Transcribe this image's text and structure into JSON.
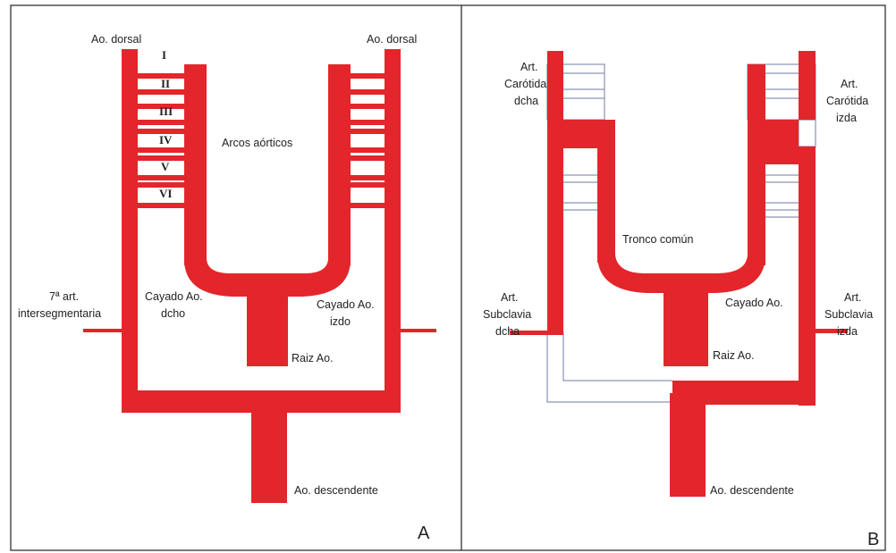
{
  "colors": {
    "vessel": "#e3262b",
    "regressed": "#8a93b8",
    "frame": "#222222",
    "background": "#ffffff"
  },
  "panel_a": {
    "letter": "A",
    "ao_dorsal_left": "Ao. dorsal",
    "ao_dorsal_right": "Ao. dorsal",
    "arches": [
      "I",
      "II",
      "III",
      "IV",
      "V",
      "VI"
    ],
    "arcos_aorticos": "Arcos aórticos",
    "seventh_line1": "7ª art.",
    "seventh_line2": "intersegmentaria",
    "cayado_dcho_line1": "Cayado Ao.",
    "cayado_dcho_line2": "dcho",
    "cayado_izdo_line1": "Cayado Ao.",
    "cayado_izdo_line2": "izdo",
    "raiz": "Raiz Ao.",
    "descendente": "Ao. descendente"
  },
  "panel_b": {
    "letter": "B",
    "carotida_dcha": [
      "Art.",
      "Carótida",
      "dcha"
    ],
    "carotida_izda": [
      "Art.",
      "Carótida",
      "izda"
    ],
    "tronco": "Tronco común",
    "subclavia_dcha": [
      "Art.",
      "Subclavia",
      "dcha"
    ],
    "subclavia_izda": [
      "Art.",
      "Subclavia",
      "izda"
    ],
    "cayado": "Cayado Ao.",
    "raiz": "Raiz Ao.",
    "descendente": "Ao. descendente"
  }
}
